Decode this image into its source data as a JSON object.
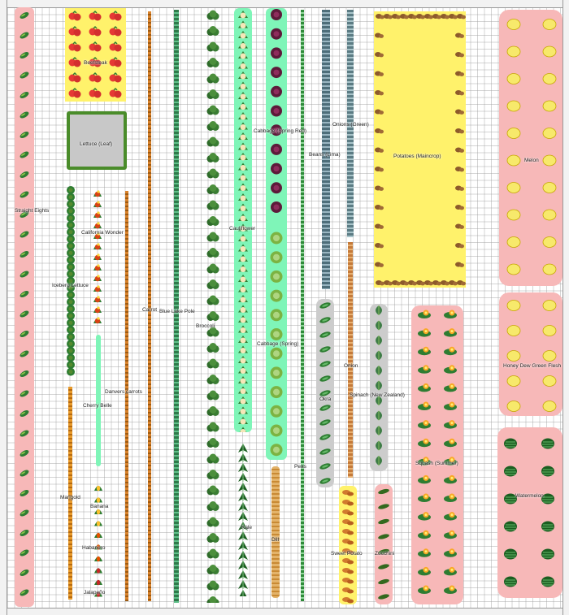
{
  "garden": {
    "labels": {
      "straight_eights": "Straight Eights",
      "beefsteak": "Beefsteak",
      "lettuce_leaf": "Lettuce (Leaf)",
      "california_wonder": "California Wonder",
      "iceberg_lettuce": "Iceberg Lettuce",
      "carrot": "Carrot",
      "blue_lake_pole": "Blue Lake Pole",
      "broccoli": "Broccoli",
      "cauliflower": "Cauliflower",
      "cabbage_spring_red": "Cabbage (Spring Red)",
      "cabbage_spring": "Cabbage (Spring)",
      "beans_lima": "Beans (Lima)",
      "onions_green": "Onions (Green)",
      "potatoes_maincrop": "Potatoes (Maincrop)",
      "melon": "Melon",
      "danvers_carrots": "Danvers carrots",
      "cherry_belle": "Cherry Belle",
      "onion": "Onion",
      "okra": "Okra",
      "spinach_nz": "Spinach (New Zealand)",
      "honey_dew": "Honey Dew Green Flesh",
      "squash_summer": "Squash (Summer)",
      "peas": "Peas",
      "marigold": "Marigold",
      "banana": "Banana",
      "kale": "Kale",
      "dill": "Dill",
      "habanero": "Habanero",
      "sweet_potato": "Sweet Potato",
      "zucchini": "Zucchini",
      "watermelon": "Watermelon",
      "jalapeno": "Jalapeño"
    }
  },
  "colors": {
    "pink_bed": "#f7b8b8",
    "yellow_bed": "#fff26b",
    "green_bed": "#7ff5b8",
    "gray_bed": "#cccccc",
    "soil": "#c8c8c8"
  },
  "icons": {
    "cucumber": "cucumber-icon",
    "tomato": "tomato-icon",
    "pepper": "pepper-icon",
    "broccoli": "broccoli-icon",
    "cabbage_red": "red-cabbage-icon",
    "cabbage_green": "green-cabbage-icon",
    "potato": "potato-icon",
    "melon": "melon-icon",
    "watermelon": "watermelon-icon",
    "squash": "squash-icon",
    "okra": "okra-icon",
    "spinach": "spinach-icon",
    "kale": "kale-icon",
    "zucchini": "zucchini-icon"
  }
}
